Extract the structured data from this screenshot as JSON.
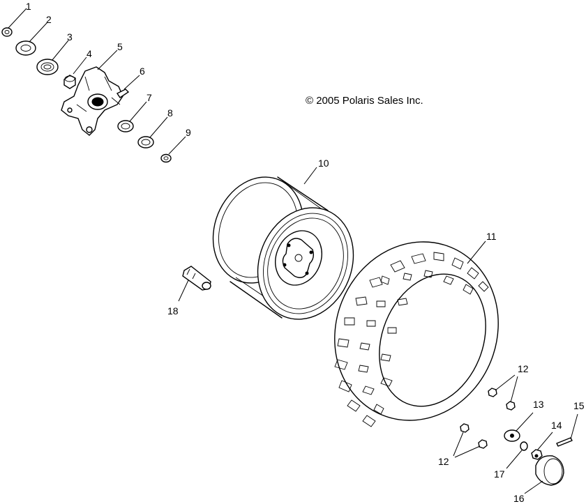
{
  "copyright": "© 2005 Polaris Sales Inc.",
  "callouts": {
    "c1": "1",
    "c2": "2",
    "c3": "3",
    "c4": "4",
    "c5": "5",
    "c6": "6",
    "c7": "7",
    "c8": "8",
    "c9": "9",
    "c10": "10",
    "c11": "11",
    "c12a": "12",
    "c12b": "12",
    "c13": "13",
    "c14": "14",
    "c15": "15",
    "c16": "16",
    "c17": "17",
    "c18": "18"
  }
}
